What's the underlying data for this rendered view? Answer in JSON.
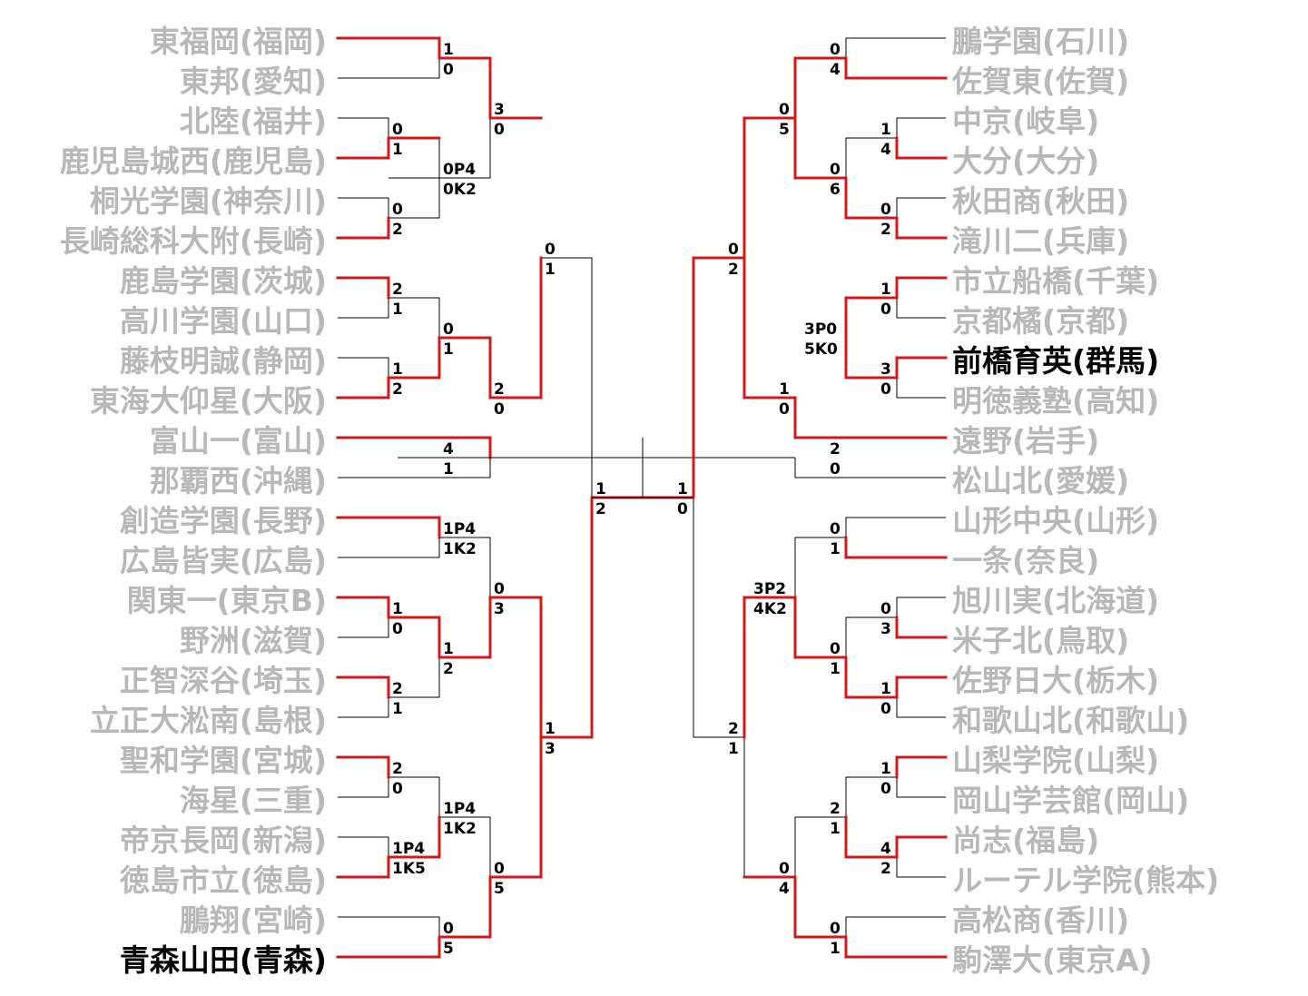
{
  "bracket": {
    "left": {
      "teams": [
        {
          "name": "東福岡(福岡)"
        },
        {
          "name": "東邦(愛知)"
        },
        {
          "name": "北陸(福井)"
        },
        {
          "name": "鹿児島城西(鹿児島)"
        },
        {
          "name": "桐光学園(神奈川)"
        },
        {
          "name": "長崎総科大附(長崎)"
        },
        {
          "name": "鹿島学園(茨城)"
        },
        {
          "name": "高川学園(山口)"
        },
        {
          "name": "藤枝明誠(静岡)"
        },
        {
          "name": "東海大仰星(大阪)"
        },
        {
          "name": "富山一(富山)"
        },
        {
          "name": "那覇西(沖縄)"
        },
        {
          "name": "創造学園(長野)"
        },
        {
          "name": "広島皆実(広島)"
        },
        {
          "name": "関東一(東京B)"
        },
        {
          "name": "野洲(滋賀)"
        },
        {
          "name": "正智深谷(埼玉)"
        },
        {
          "name": "立正大淞南(島根)"
        },
        {
          "name": "聖和学園(宮城)"
        },
        {
          "name": "海星(三重)"
        },
        {
          "name": "帝京長岡(新潟)"
        },
        {
          "name": "徳島市立(徳島)"
        },
        {
          "name": "鵬翔(宮崎)"
        },
        {
          "name": "青森山田(青森)",
          "highlight": true
        }
      ]
    },
    "right": {
      "teams": [
        {
          "name": "鵬学園(石川)"
        },
        {
          "name": "佐賀東(佐賀)"
        },
        {
          "name": "中京(岐阜)"
        },
        {
          "name": "大分(大分)"
        },
        {
          "name": "秋田商(秋田)"
        },
        {
          "name": "滝川二(兵庫)"
        },
        {
          "name": "市立船橋(千葉)"
        },
        {
          "name": "京都橘(京都)"
        },
        {
          "name": "前橋育英(群馬)",
          "highlight": true
        },
        {
          "name": "明徳義塾(高知)"
        },
        {
          "name": "遠野(岩手)"
        },
        {
          "name": "松山北(愛媛)"
        },
        {
          "name": "山形中央(山形)"
        },
        {
          "name": "一条(奈良)"
        },
        {
          "name": "旭川実(北海道)"
        },
        {
          "name": "米子北(鳥取)"
        },
        {
          "name": "佐野日大(栃木)"
        },
        {
          "name": "和歌山北(和歌山)"
        },
        {
          "name": "山梨学院(山梨)"
        },
        {
          "name": "岡山学芸館(岡山)"
        },
        {
          "name": "尚志(福島)"
        },
        {
          "name": "ルーテル学院(熊本)"
        },
        {
          "name": "高松商(香川)"
        },
        {
          "name": "駒澤大(東京A)"
        }
      ]
    },
    "scores": {
      "L1_a_top": "1",
      "L1_a_bot": "0",
      "L1_b_top": "0",
      "L1_b_bot": "1",
      "L1_c_top": "0",
      "L1_c_bot": "2",
      "L1_d_top": "2",
      "L1_d_bot": "1",
      "L1_e_top": "1",
      "L1_e_bot": "2",
      "L1_f_top": "4",
      "L1_f_bot": "1",
      "L1_g_top": "1P4",
      "L1_g_bot": "1K2",
      "L1_h_top": "1",
      "L1_h_bot": "0",
      "L1_i_top": "2",
      "L1_i_bot": "1",
      "L1_j_top": "2",
      "L1_j_bot": "0",
      "L1_k_top": "1P4",
      "L1_k_bot": "1K5",
      "L1_l_top": "0",
      "L1_l_bot": "5",
      "L2_a_top": "0P4",
      "L2_a_bot": "0K2",
      "L2_b_top": "0",
      "L2_b_bot": "1",
      "L2_c_top": "1",
      "L2_c_bot": "2",
      "L2_d_top": "1P4",
      "L2_d_bot": "1K2",
      "L3_a_top": "3",
      "L3_a_bot": "0",
      "L3_b_top": "2",
      "L3_b_bot": "0",
      "L3_c_top": "0",
      "L3_c_bot": "3",
      "L3_d_top": "0",
      "L3_d_bot": "5",
      "L4_a_top": "0",
      "L4_a_bot": "1",
      "L4_b_top": "1",
      "L4_b_bot": "3",
      "L5_top": "1",
      "L5_bot": "2",
      "R1_a_top": "0",
      "R1_a_bot": "4",
      "R1_b_top": "1",
      "R1_b_bot": "4",
      "R1_c_top": "0",
      "R1_c_bot": "2",
      "R1_d_top": "1",
      "R1_d_bot": "0",
      "R1_e_top": "3",
      "R1_e_bot": "0",
      "R1_f_top": "2",
      "R1_f_bot": "0",
      "R1_g_top": "0",
      "R1_g_bot": "1",
      "R1_h_top": "0",
      "R1_h_bot": "3",
      "R1_i_top": "1",
      "R1_i_bot": "0",
      "R1_j_top": "1",
      "R1_j_bot": "0",
      "R1_k_top": "4",
      "R1_k_bot": "2",
      "R1_l_top": "0",
      "R1_l_bot": "1",
      "R2_a_top": "0",
      "R2_a_bot": "6",
      "R2_b_top": "3P0",
      "R2_b_bot": "5K0",
      "R2_c_top": "0",
      "R2_c_bot": "1",
      "R2_d_top": "2",
      "R2_d_bot": "1",
      "R3_a_top": "0",
      "R3_a_bot": "5",
      "R3_b_top": "1",
      "R3_b_bot": "0",
      "R3_c_top": "3P2",
      "R3_c_bot": "4K2",
      "R3_d_top": "0",
      "R3_d_bot": "4",
      "R4_a_top": "0",
      "R4_a_bot": "2",
      "R4_b_top": "2",
      "R4_b_bot": "1",
      "R5_top": "1",
      "R5_bot": "0"
    }
  }
}
